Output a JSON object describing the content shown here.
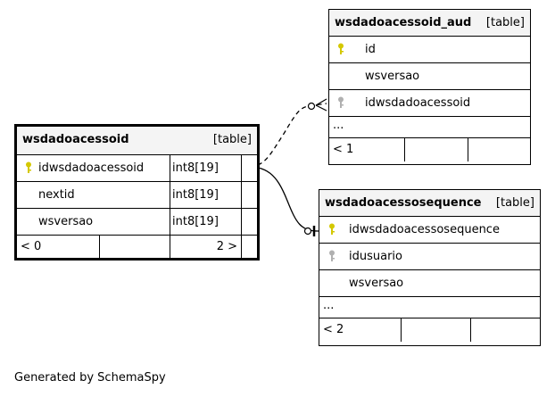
{
  "diagram": {
    "tables": {
      "wsdadoacessoid_aud": {
        "name": "wsdadoacessoid_aud",
        "type": "[table]",
        "columns": [
          {
            "name": "id",
            "key": "primary"
          },
          {
            "name": "wsversao",
            "key": "none"
          },
          {
            "name": "idwsdadoacessoid",
            "key": "foreign"
          }
        ],
        "ellipsis": "...",
        "footer": {
          "parents": "< 1",
          "children": ""
        }
      },
      "wsdadoacessoid": {
        "name": "wsdadoacessoid",
        "type": "[table]",
        "columns": [
          {
            "name": "idwsdadoacessoid",
            "datatype": "int8[19]",
            "key": "primary"
          },
          {
            "name": "nextid",
            "datatype": "int8[19]",
            "key": "none"
          },
          {
            "name": "wsversao",
            "datatype": "int8[19]",
            "key": "none"
          }
        ],
        "footer": {
          "parents": "< 0",
          "children": "2 >"
        }
      },
      "wsdadoacessosequence": {
        "name": "wsdadoacessosequence",
        "type": "[table]",
        "columns": [
          {
            "name": "idwsdadoacessosequence",
            "key": "primary"
          },
          {
            "name": "idusuario",
            "key": "foreign"
          },
          {
            "name": "wsversao",
            "key": "none"
          }
        ],
        "ellipsis": "...",
        "footer": {
          "parents": "< 2",
          "children": ""
        }
      }
    },
    "colors": {
      "primary_key": "#d4c800",
      "foreign_key": "#b0b0b0",
      "header_bg": "#f4f4f4"
    },
    "credit": "Generated by SchemaSpy"
  }
}
